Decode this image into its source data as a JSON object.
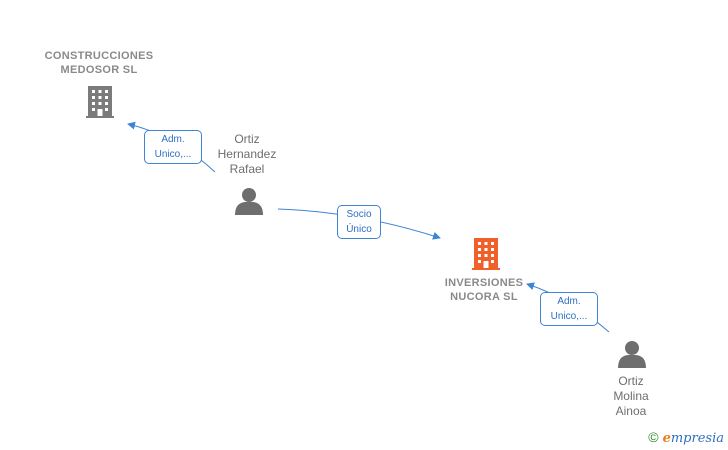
{
  "colors": {
    "edge": "#3f84d4",
    "company_gray": "#7b7b7b",
    "company_highlight": "#f0602a",
    "person_gray": "#6e6e6e"
  },
  "nodes": {
    "construcciones": {
      "line1": "CONSTRUCCIONES",
      "line2": "MEDOSOR SL",
      "icon": "building-icon"
    },
    "inversiones": {
      "line1": "INVERSIONES",
      "line2": "NUCORA SL",
      "icon": "building-icon"
    },
    "ortiz_hernandez": {
      "line1": "Ortiz",
      "line2": "Hernandez",
      "line3": "Rafael",
      "icon": "person-icon"
    },
    "ortiz_molina": {
      "line1": "Ortiz",
      "line2": "Molina",
      "line3": "Ainoa",
      "icon": "person-icon"
    }
  },
  "edges": {
    "e1": {
      "line1": "Adm.",
      "line2": "Unico,..."
    },
    "e2": {
      "line1": "Socio",
      "line2": "Único"
    },
    "e3": {
      "line1": "Adm.",
      "line2": "Unico,..."
    }
  },
  "footer": {
    "copyright": "©",
    "brand_initial": "e",
    "brand_rest": "mpresia"
  }
}
